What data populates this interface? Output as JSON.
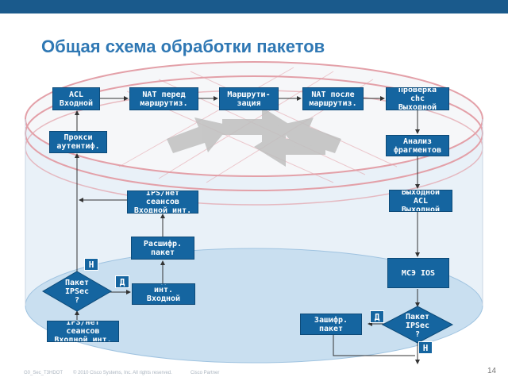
{
  "title": "Общая схема обработки пакетов",
  "nodes": {
    "acl_in": "ACL\nВходной",
    "nat_before": "NAT перед\nмаршрутиз.",
    "routing": "Маршрути-\nзация",
    "nat_after": "NAT после\nмаршрутиз.",
    "cbac_out": "Проверка\nсhc\nВыходной",
    "proxy_auth": "Прокси\nаутентиф.",
    "frag_analysis": "Анализ\nфрагментов",
    "ips_session_upper": "IPS/нет\nсеансов\nВходной инт.",
    "acl_out": "Выходной\nACL\nВыходной",
    "decrypt": "Расшифр.\nпакет",
    "firewall": "МСЭ IOS",
    "ipsec_decision_left": "Пакет\nIPSec\n?",
    "inbound_if_acl": "Входной\nинт.\nВходной\nACL",
    "ips_session_lower": "IPS/нет\nсеансов\nВходной инт.",
    "encrypt": "Зашифр.\nпакет",
    "ipsec_decision_right": "Пакет\nIPSec\n?"
  },
  "labels": {
    "no_left": "Н",
    "yes_left": "Д",
    "yes_right": "Д",
    "no_right": "Н"
  },
  "footer": {
    "code": "G0_Sec_T3HDOT",
    "copyright": "© 2010 Cisco Systems, Inc. All rights reserved.",
    "confidential": "Cisco Partner",
    "page": "14"
  },
  "colors": {
    "box": "#1565a0",
    "title": "#2f78b4",
    "topbar": "#1a5a8c",
    "cylinder": "#c9dff0",
    "ring": "#e3a0a8"
  }
}
